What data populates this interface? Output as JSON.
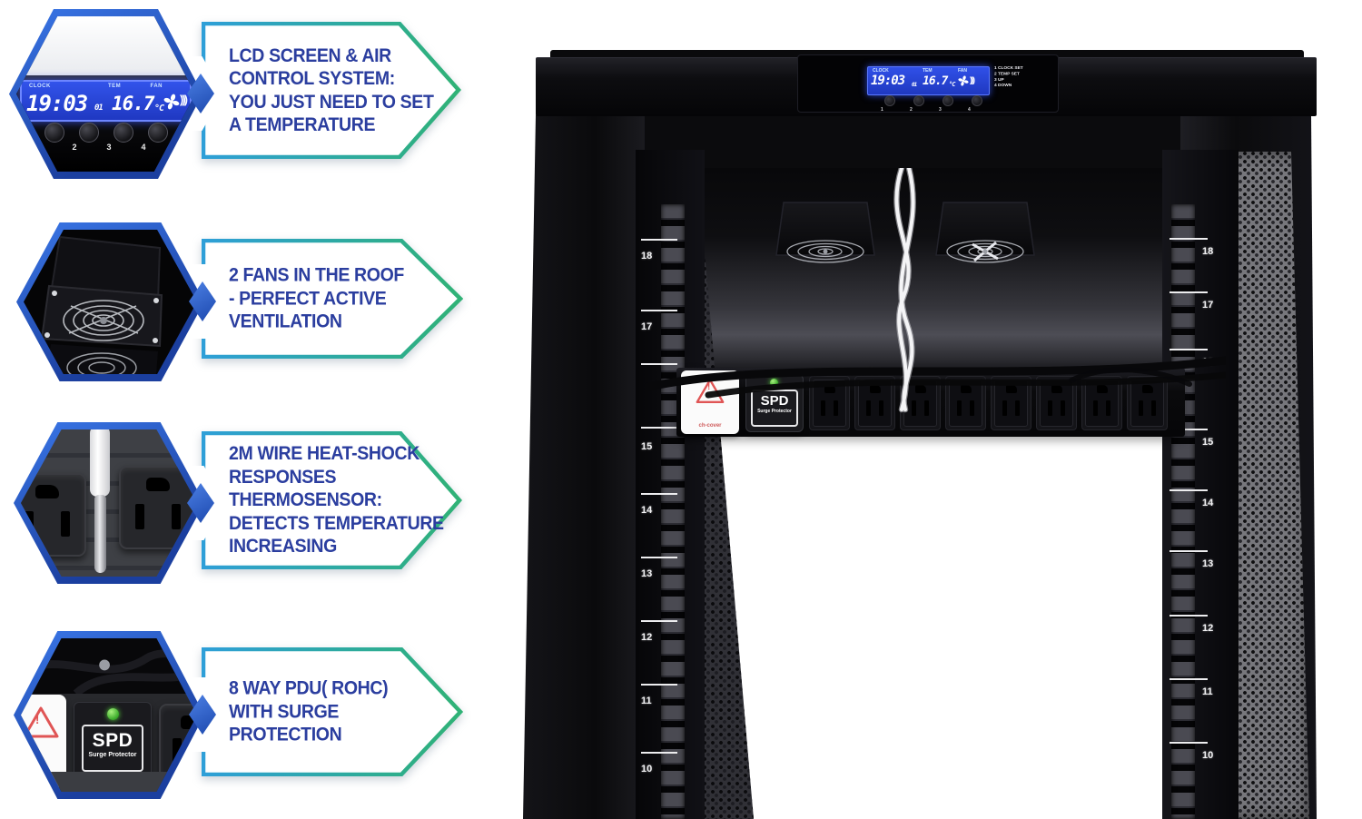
{
  "colors": {
    "text_blue": "#2b3e9f",
    "hex_border_blue": "#2457c4",
    "arrow_gradient_start": "#2e9fd8",
    "arrow_gradient_end": "#30b276",
    "lcd_blue": "#2746dd",
    "led_green": "#49c53a",
    "warning_red": "#d95555",
    "rack_black": "#0a0a0c"
  },
  "callouts": [
    {
      "name": "lcd-air-control",
      "lines": [
        "LCD SCREEN & AIR",
        "CONTROL SYSTEM:",
        "YOU JUST NEED TO SET",
        "A TEMPERATURE"
      ]
    },
    {
      "name": "roof-fans",
      "lines": [
        "2 FANS IN THE ROOF",
        "- PERFECT ACTIVE",
        "VENTILATION"
      ]
    },
    {
      "name": "thermosensor",
      "lines": [
        "2M WIRE HEAT-SHOCK",
        "RESPONSES",
        "THERMOSENSOR:",
        "DETECTS TEMPERATURE",
        "INCREASING"
      ]
    },
    {
      "name": "pdu-surge",
      "lines": [
        "8 WAY PDU( ROHC)",
        "WITH SURGE",
        "PROTECTION"
      ]
    }
  ],
  "lcd": {
    "clock_label": "CLOCK",
    "tem_label": "TEM",
    "fan_label": "FAN",
    "time": "19:03",
    "time_suffix": "01",
    "temp": "16.7",
    "temp_unit": "°C",
    "fan_waves": ")))",
    "buttons": [
      "1",
      "2",
      "3",
      "4"
    ],
    "menu": [
      "1 CLOCK SET",
      "2 TEMP SET",
      "3 UP",
      "4 DOWN"
    ]
  },
  "pdu": {
    "spd_label": "SPD",
    "spd_sublabel": "Surge Protector",
    "warning_mark": "!",
    "warning_text": "ch-cover",
    "outlet_count": "8"
  },
  "rack": {
    "left_rail": [
      "18",
      "17",
      "15",
      "14",
      "13",
      "12",
      "11",
      "10"
    ],
    "right_rail": [
      "18",
      "17",
      "16",
      "15",
      "14",
      "13",
      "12",
      "11",
      "10"
    ]
  }
}
